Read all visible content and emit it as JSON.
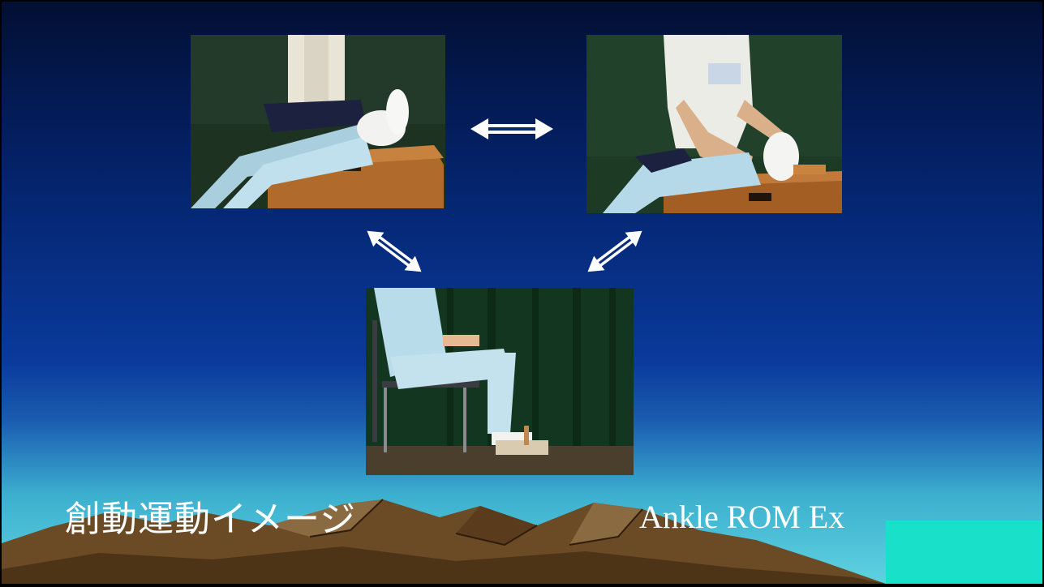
{
  "slide": {
    "title_jp": "創動運動イメージ",
    "title_en": "Ankle ROM Ex"
  },
  "photos": [
    {
      "name": "photo-leg-raised-on-box"
    },
    {
      "name": "photo-therapist-assisted-ankle"
    },
    {
      "name": "photo-seated-ankle-exercise"
    }
  ],
  "colors": {
    "background_top": "#020f33",
    "background_bottom": "#5fd2e0",
    "mountain": "#6b4a26",
    "arrow": "#ffffff",
    "text": "#ffffff"
  }
}
